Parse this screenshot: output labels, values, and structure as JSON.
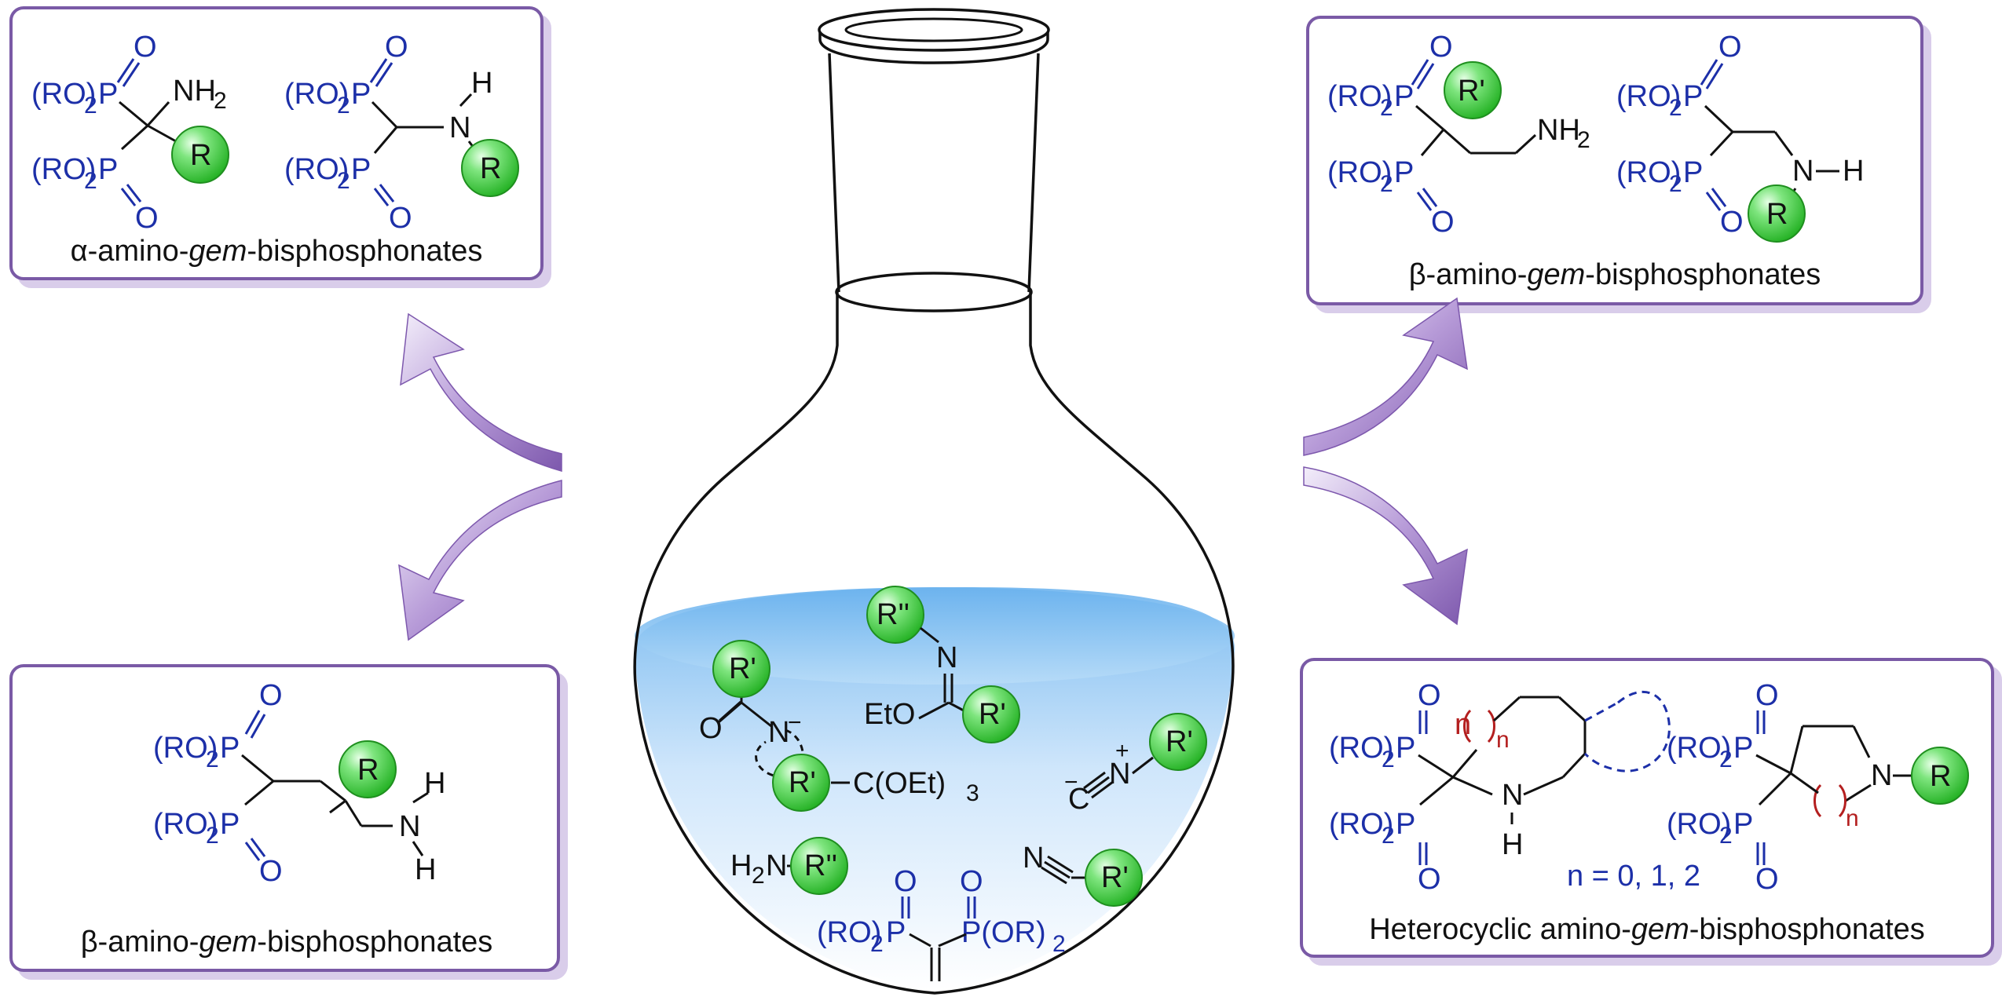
{
  "colors": {
    "phosphonate_blue": "#1c2fa8",
    "ring_red": "#b41f1f",
    "group_green": "#3fcf3f",
    "box_border": "#7a5aa6",
    "arrow_purple": "#8a68b8",
    "liquid_blue": "#a9d2f5"
  },
  "groups": {
    "R": "R",
    "R_prime": "R'",
    "R_double": "R''"
  },
  "fragments": {
    "RO2P": "(RO)",
    "sub2": "2",
    "P": "P",
    "O": "O",
    "N": "N",
    "H": "H",
    "NH": "NH",
    "NH2_main": "NH",
    "OEt3": "C(OEt)",
    "sub3": "3",
    "EtO": "EtO",
    "H2N": "H",
    "OR2": "P(OR)",
    "n": "n",
    "plus": "+",
    "minus": "−",
    "C": "C"
  },
  "boxes": {
    "top_left": {
      "caption_pre": "α-amino-",
      "caption_italic": "gem",
      "caption_post": "-bisphosphonates"
    },
    "top_right": {
      "caption_pre": "β-amino-",
      "caption_italic": "gem",
      "caption_post": "-bisphosphonates"
    },
    "bottom_left": {
      "caption_pre": "β-amino-",
      "caption_italic": "gem",
      "caption_post": "-bisphosphonates"
    },
    "bottom_right": {
      "caption_pre": "Heterocyclic amino-",
      "caption_italic": "gem",
      "caption_post": "-bisphosphonates",
      "n_values": "n = 0, 1, 2"
    }
  },
  "flask": {
    "reagents": [
      "amide",
      "imidate",
      "orthoester",
      "isocyanide",
      "amine",
      "vinylidene bisphosphonate",
      "nitrile"
    ]
  }
}
